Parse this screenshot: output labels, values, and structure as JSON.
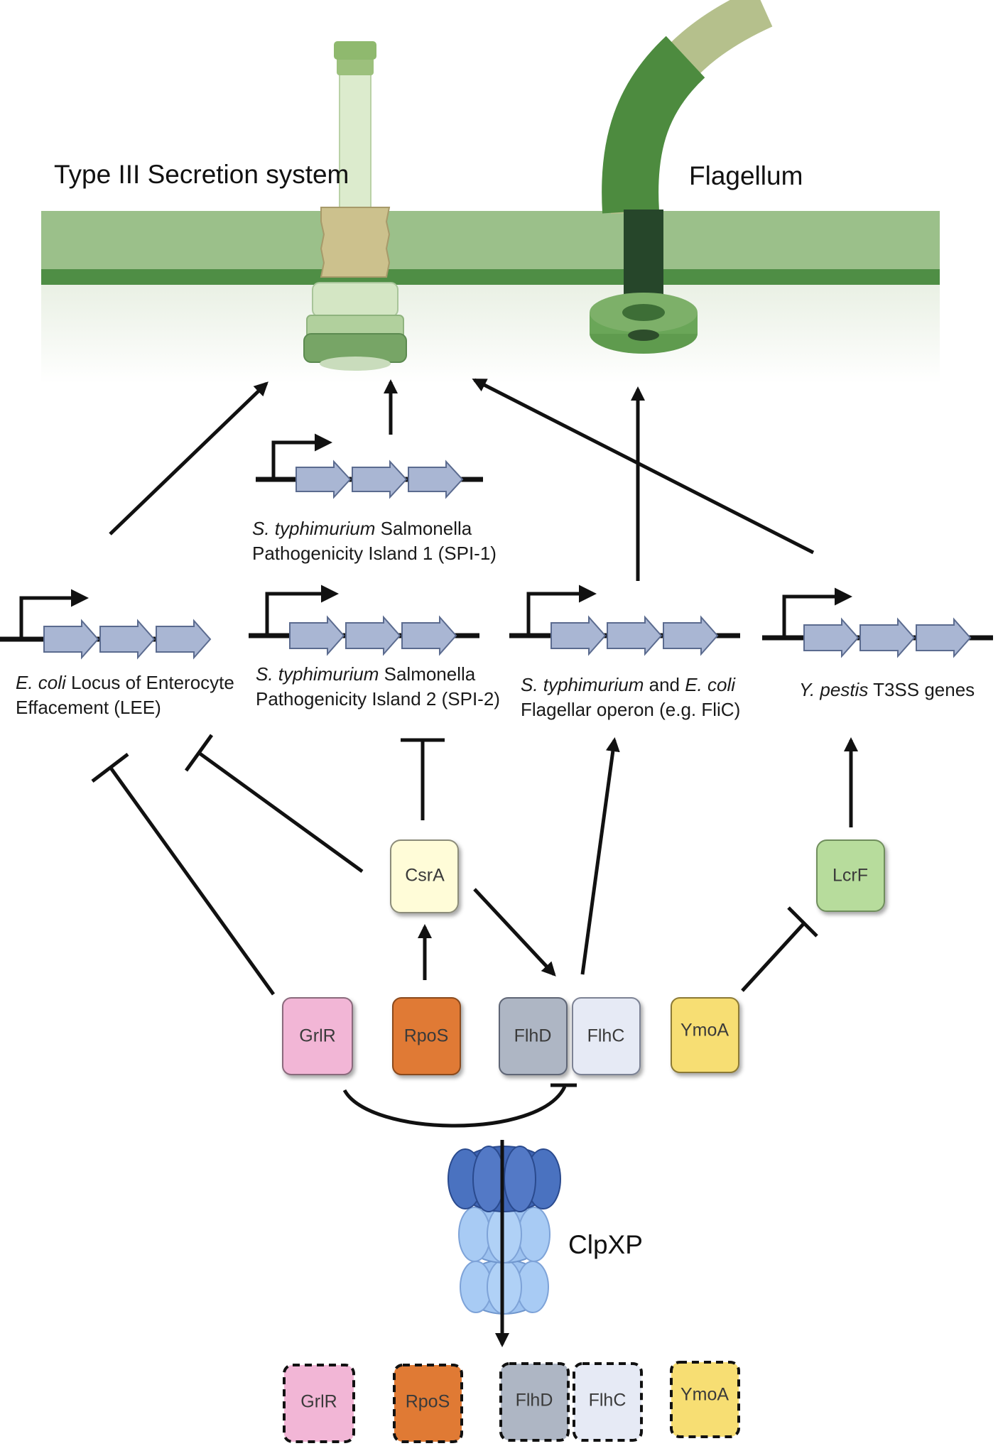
{
  "labels": {
    "t3ss": "Type III Secretion system",
    "flagellum": "Flagellum",
    "clpxp": "ClpXP",
    "spi1": {
      "species": "S. typhimurium",
      "line1_rest": " Salmonella",
      "line2": "Pathogenicity Island 1 (SPI-1)"
    },
    "lee": {
      "species": "E. coli",
      "line1_rest": " Locus of Enterocyte",
      "line2": "Effacement (LEE)"
    },
    "spi2": {
      "species": "S. typhimurium",
      "line1_rest": " Salmonella",
      "line2": "Pathogenicity Island 2 (SPI-2)"
    },
    "flag_operon": {
      "species1": "S. typhimurium",
      "mid": " and ",
      "species2": "E. coli",
      "line2": "Flagellar operon (e.g. FliC)"
    },
    "ypestis": {
      "species": "Y. pestis",
      "rest": " T3SS genes"
    }
  },
  "proteins": {
    "csra": "CsrA",
    "lcrf": "LcrF",
    "grlr": "GrlR",
    "rpos": "RpoS",
    "flhd": "FlhD",
    "flhc": "FlhC",
    "ymoa": "YmoA"
  },
  "degraded": {
    "grlr": "GrlR",
    "rpos": "RpoS",
    "flhd": "FlhD",
    "flhc": "FlhC",
    "ymoa": "YmoA"
  },
  "colors": {
    "membrane_light": "#9bc08a",
    "membrane_dark": "#4f8e45",
    "gene_arrow": "#a9b6d3",
    "grlr": "#f2b6d6",
    "rpos": "#e07a34",
    "flhd": "#aeb6c4",
    "flhc": "#e6eaf5",
    "ymoa": "#f7de73",
    "csra": "#fffcd8",
    "lcrf": "#b7dc9c",
    "clpxp_dark": "#3f65b4",
    "clpxp_light": "#9ec3f0"
  }
}
